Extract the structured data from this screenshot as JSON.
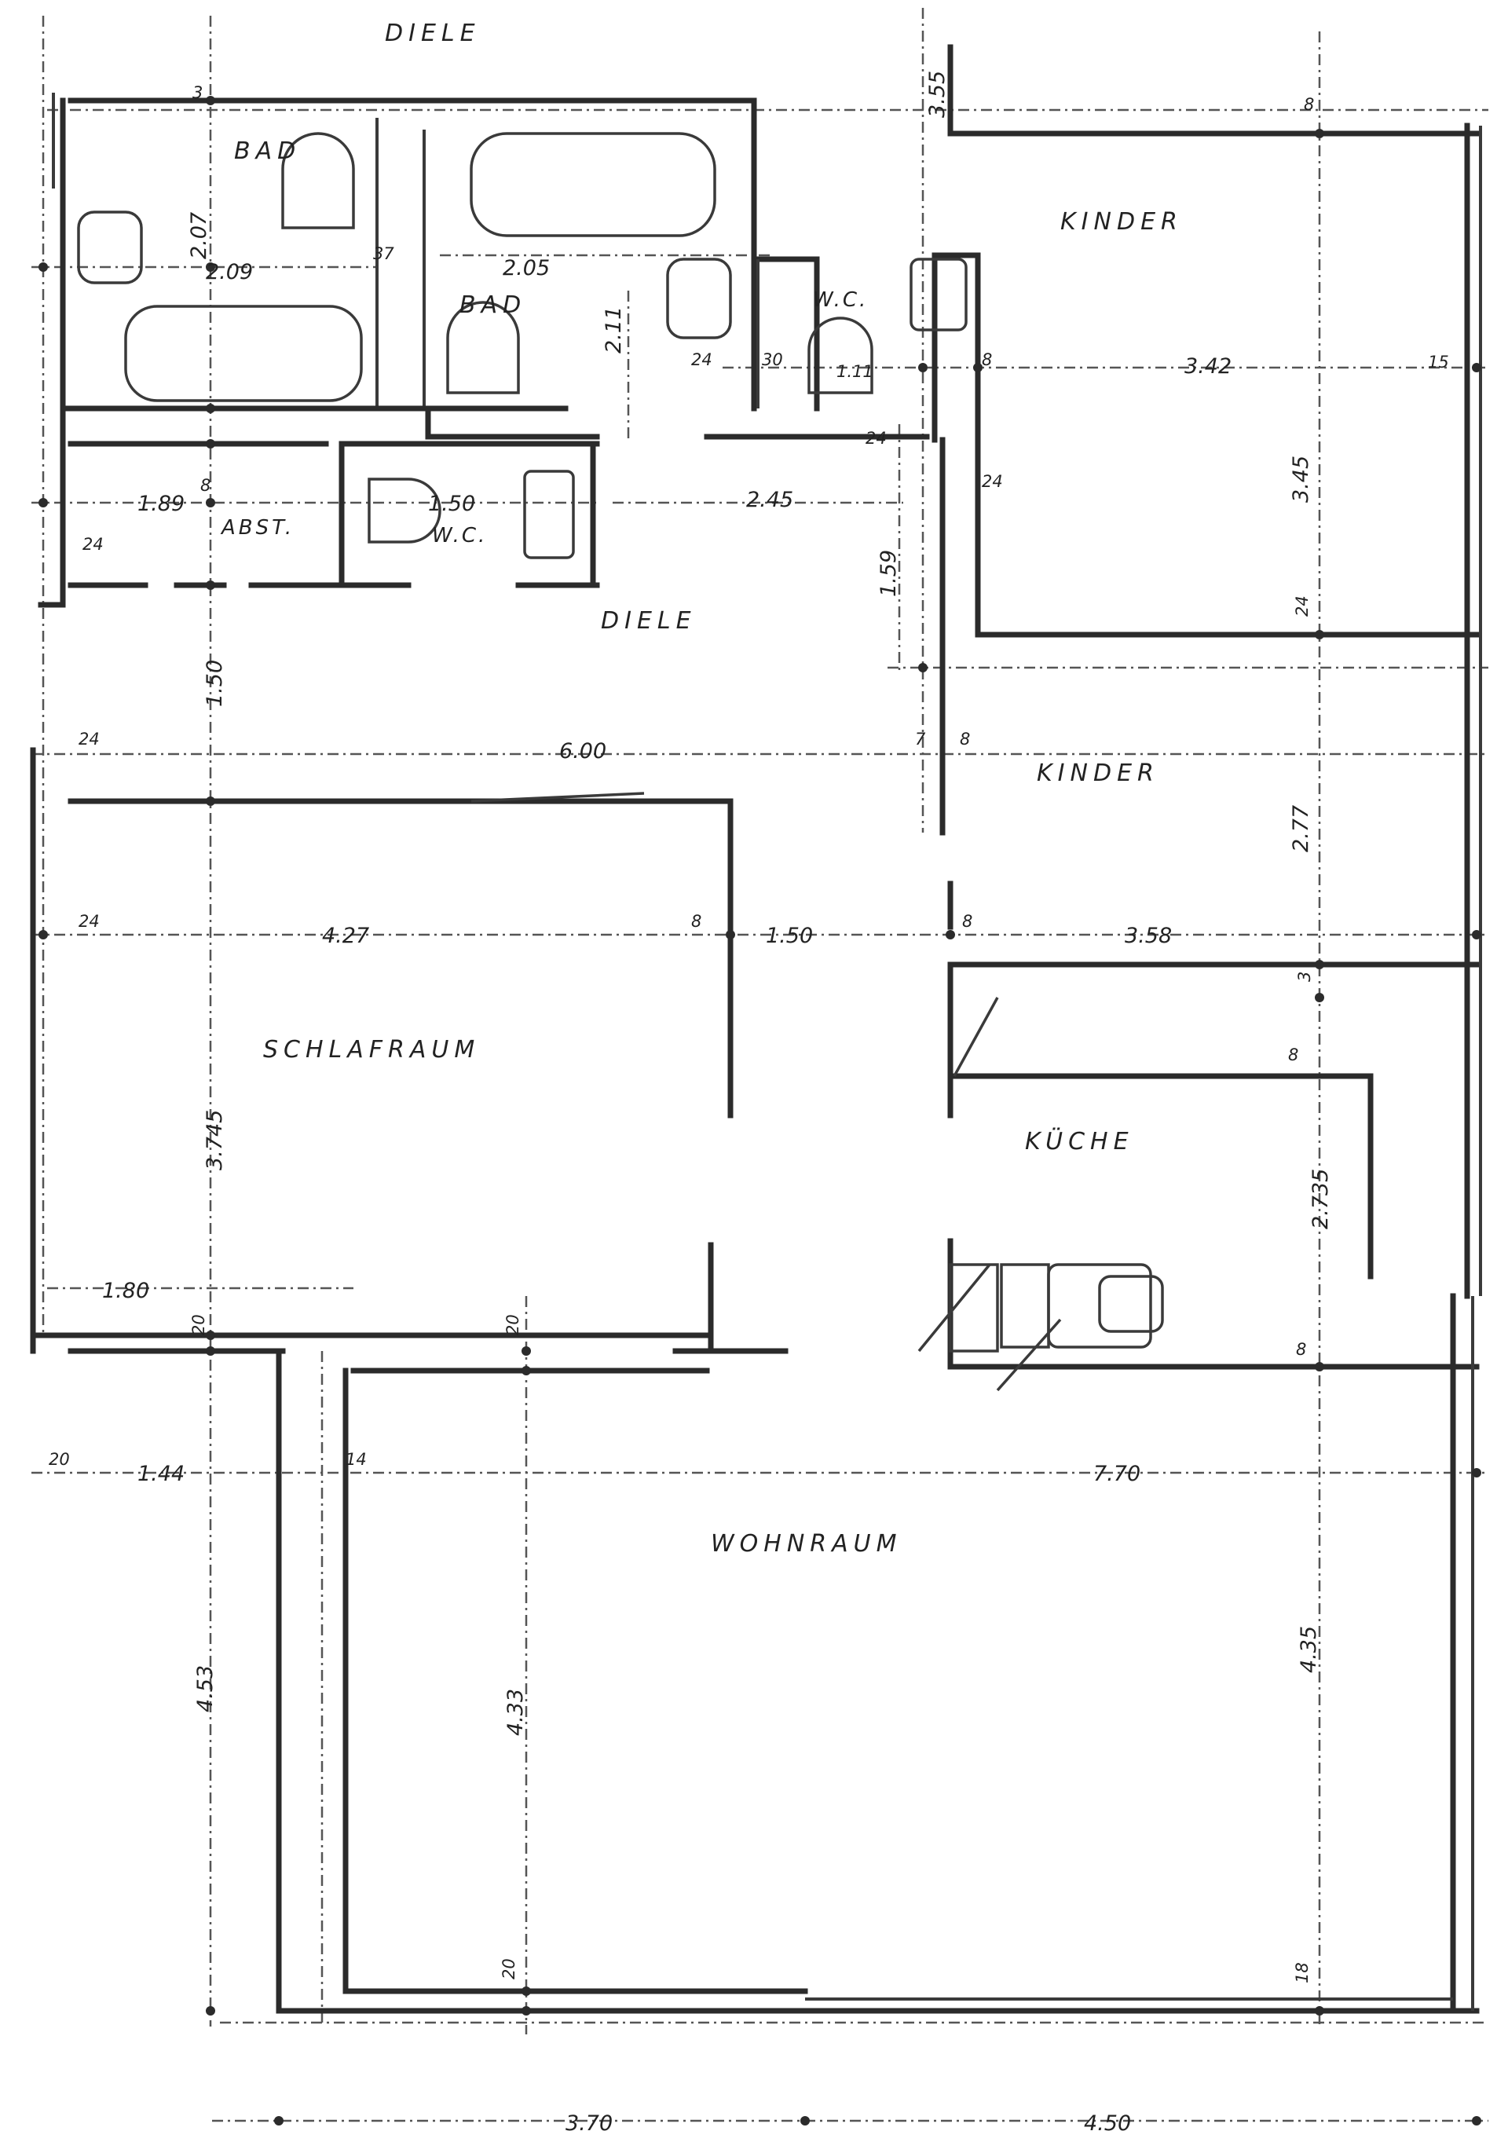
{
  "rooms": {
    "diele_top": "DIELE",
    "bad_left": "BAD",
    "bad_mid": "BAD",
    "wc_top": "W.C.",
    "abst": "ABST.",
    "wc_small": "W.C.",
    "diele_mid": "DIELE",
    "kinder_top": "KINDER",
    "kinder_mid": "KINDER",
    "schlafraum": "SCHLAFRAUM",
    "kueche": "KÜCHE",
    "wohnraum": "WOHNRAUM"
  },
  "dimensions": {
    "d355": "3.55",
    "d8_a": "8",
    "d3_top": "3",
    "d207": "2.07",
    "d209": "2.09",
    "d37": "37",
    "d205": "2.05",
    "d211": "2.11",
    "d24_bad": "24",
    "d30": "30",
    "d111": "1.11",
    "d8_b": "8",
    "d342": "3.42",
    "d15": "15",
    "d24_left": "24",
    "d189": "1.89",
    "d8_c": "8",
    "d150_wc": "1.50",
    "d24_abst": "24",
    "d245": "2.45",
    "d24_kinder": "24",
    "d345": "3.45",
    "d159": "1.59",
    "d24_right": "24",
    "d150_diele": "1.50",
    "d24_schlaf": "24",
    "d600": "6.00",
    "d7": "7",
    "d8_kinder": "8",
    "d277": "2.77",
    "d24_side": "24",
    "d427": "4.27",
    "d8_door": "8",
    "d150_mid": "1.50",
    "d8_e": "8",
    "d358": "3.58",
    "d3_kueche": "3",
    "d8_kueche": "8",
    "d3745": "3.745",
    "d2735": "2.735",
    "d180": "1.80",
    "d20_a": "20",
    "d20_b": "20",
    "d8_bottom": "8",
    "d20_wohn": "20",
    "d144": "1.44",
    "d14": "14",
    "d770": "7.70",
    "d453": "4.53",
    "d433": "4.33",
    "d435": "4.35",
    "d20_low": "20",
    "d18": "18",
    "d370": "3.70",
    "d450": "4.50"
  }
}
